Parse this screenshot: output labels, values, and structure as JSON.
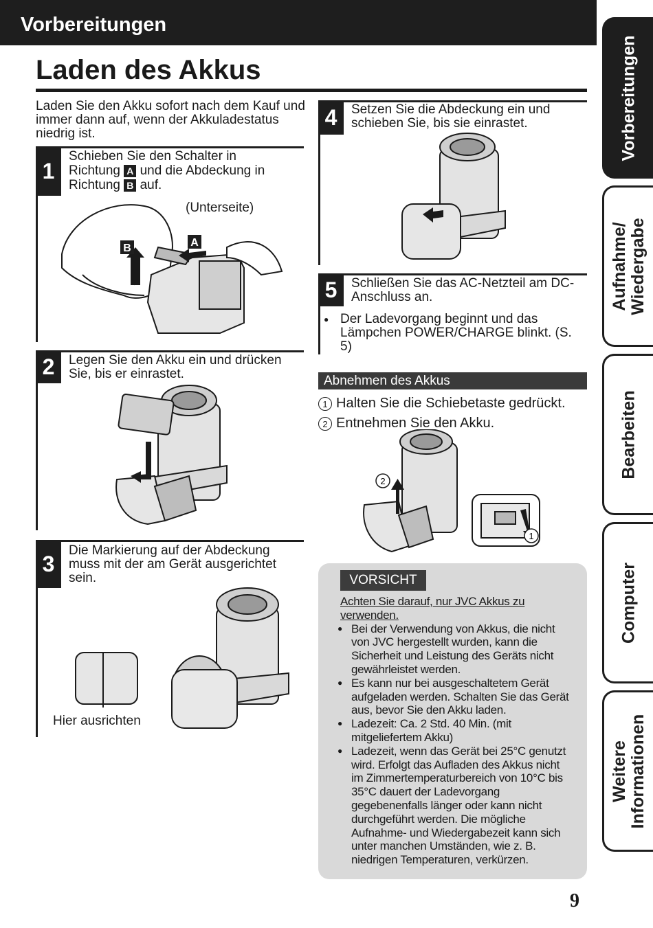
{
  "header": {
    "section": "Vorbereitungen"
  },
  "page_title": "Laden des Akkus",
  "intro": "Laden Sie den Akku sofort nach dem Kauf und immer dann auf, wenn der Akkuladestatus niedrig ist.",
  "steps": [
    {
      "num": "1",
      "line1": "Schieben Sie den Schalter in",
      "line2a": "Richtung",
      "key_a": "A",
      "line2b": "und die Abdeckung in",
      "line3a": "Richtung",
      "key_b": "B",
      "line3b": "auf.",
      "caption": "(Unterseite)",
      "label_a": "A",
      "label_b": "B"
    },
    {
      "num": "2",
      "text": "Legen Sie den Akku ein und drücken Sie, bis er einrastet."
    },
    {
      "num": "3",
      "text": "Die Markierung auf der Abdeckung muss mit der am Gerät ausgerichtet sein.",
      "caption": "Hier ausrichten"
    },
    {
      "num": "4",
      "text": "Setzen Sie die Abdeckung ein und schieben Sie, bis sie einrastet."
    },
    {
      "num": "5",
      "text": "Schließen Sie das AC-Netzteil am DC-Anschluss an.",
      "bullet": "Der Ladevorgang beginnt und das Lämpchen POWER/CHARGE blinkt. (S. 5)"
    }
  ],
  "removal": {
    "heading": "Abnehmen des Akkus",
    "items": [
      {
        "mark": "1",
        "text": "Halten Sie die Schiebetaste gedrückt."
      },
      {
        "mark": "2",
        "text": "Entnehmen Sie den Akku."
      }
    ],
    "fig_mark_1": "1",
    "fig_mark_2": "2"
  },
  "caution": {
    "label": "VORSICHT",
    "lead": "Achten Sie darauf, nur JVC Akkus zu verwenden.",
    "bullets": [
      "Bei der Verwendung von Akkus, die nicht von JVC hergestellt wurden, kann die Sicherheit und Leistung des Geräts nicht gewährleistet werden.",
      "Es kann nur bei ausgeschaltetem Gerät aufgeladen werden. Schalten Sie das Gerät aus, bevor Sie den Akku laden.",
      "Ladezeit: Ca. 2 Std. 40 Min. (mit mitgeliefertem Akku)",
      "Ladezeit, wenn das Gerät bei 25°C genutzt wird. Erfolgt das Aufladen des Akkus nicht im Zimmertemperaturbereich von 10°C bis 35°C dauert der Ladevorgang gegebenenfalls länger oder kann nicht durchgeführt werden. Die mögliche Aufnahme- und Wiedergabezeit kann sich unter manchen Umständen, wie z. B. niedrigen Temperaturen, verkürzen."
    ]
  },
  "side_tabs": [
    {
      "label": "Vorbereitungen",
      "active": true
    },
    {
      "label_1": "Aufnahme/",
      "label_2": "Wiedergabe",
      "active": false
    },
    {
      "label": "Bearbeiten",
      "active": false
    },
    {
      "label": "Computer",
      "active": false
    },
    {
      "label_1": "Weitere",
      "label_2": "Informationen",
      "active": false
    }
  ],
  "page_number": "9"
}
